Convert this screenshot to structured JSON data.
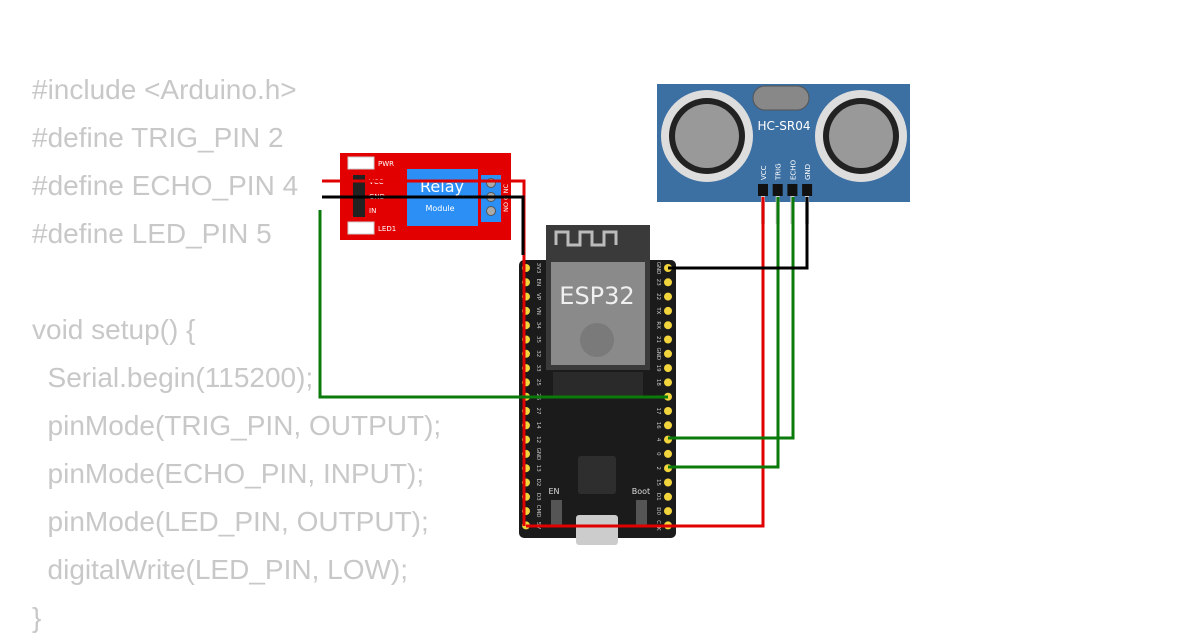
{
  "code_lines": [
    "#include <Arduino.h>",
    "#define TRIG_PIN 2",
    "#define ECHO_PIN 4",
    "#define LED_PIN 5",
    "",
    "void setup() {",
    "  Serial.begin(115200);",
    "  pinMode(TRIG_PIN, OUTPUT);",
    "  pinMode(ECHO_PIN, INPUT);",
    "  pinMode(LED_PIN, OUTPUT);",
    "  digitalWrite(LED_PIN, LOW);",
    "}"
  ],
  "relay": {
    "title": "Relay",
    "subtitle": "Module",
    "pins": [
      "VCC",
      "GND",
      "IN"
    ],
    "leds": [
      "PWR",
      "LED1"
    ],
    "terminals": "NO C NC",
    "color": "#e30000",
    "relay_color": "#2b8ff5"
  },
  "esp32": {
    "label": "ESP32",
    "left_pins": [
      "3V3",
      "EN",
      "VP",
      "VN",
      "34",
      "35",
      "32",
      "33",
      "25",
      "26",
      "27",
      "14",
      "12",
      "GND",
      "13",
      "D2",
      "D3",
      "CMD",
      "5V"
    ],
    "right_pins": [
      "GND",
      "23",
      "22",
      "TX",
      "RX",
      "21",
      "GND",
      "19",
      "18",
      "5",
      "17",
      "16",
      "4",
      "0",
      "2",
      "15",
      "D1",
      "D0",
      "CLK"
    ],
    "buttons": [
      "EN",
      "Boot"
    ]
  },
  "sensor": {
    "label": "HC-SR04",
    "pins": [
      "VCC",
      "TRIG",
      "ECHO",
      "GND"
    ],
    "color": "#3c6fa2"
  },
  "wire_colors": {
    "power": "#e00000",
    "ground": "#000000",
    "signal": "#0a7a0a"
  }
}
